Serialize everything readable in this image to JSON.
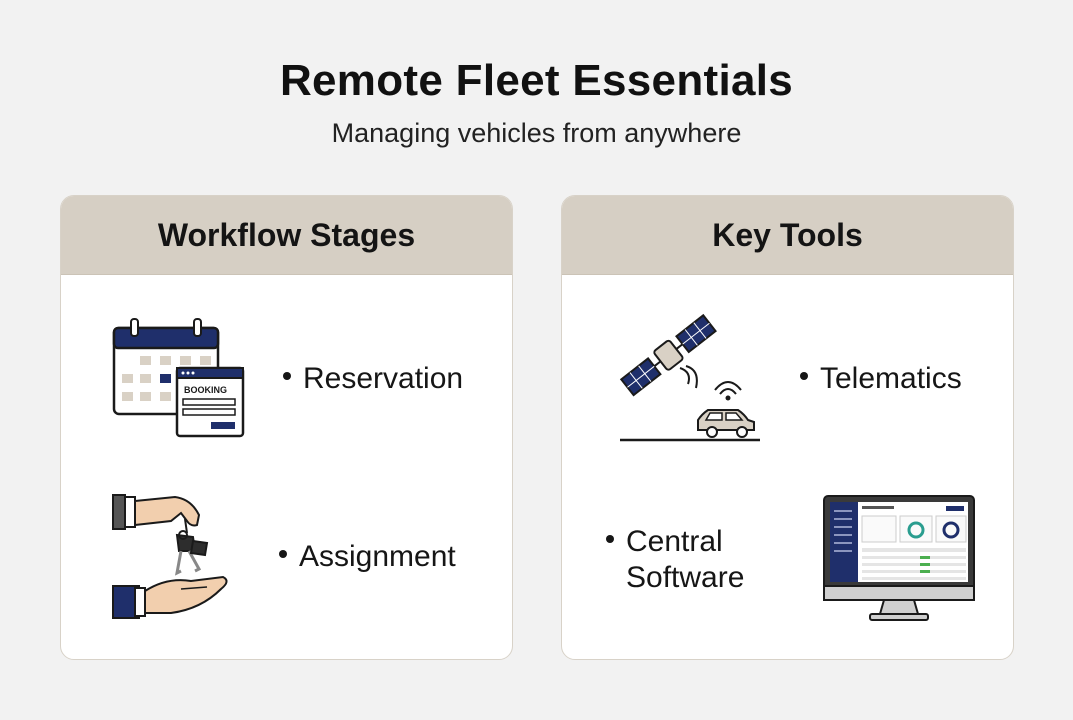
{
  "header": {
    "title": "Remote Fleet Essentials",
    "subtitle": "Managing vehicles from anywhere"
  },
  "panels": {
    "workflow": {
      "title": "Workflow Stages",
      "items": [
        {
          "label": "Reservation",
          "icon": "calendar-booking-icon",
          "booking_label": "BOOKING"
        },
        {
          "label": "Assignment",
          "icon": "key-handover-icon"
        }
      ]
    },
    "tools": {
      "title": "Key Tools",
      "items": [
        {
          "label": "Telematics",
          "icon": "satellite-car-icon"
        },
        {
          "label_line1": "Central",
          "label_line2": "Software",
          "icon": "monitor-dashboard-icon"
        }
      ]
    }
  },
  "colors": {
    "navy": "#1f2f6b",
    "header_bg": "#d6cfc4",
    "beige": "#d9d1c5",
    "skin": "#f2cfae",
    "background": "#f2f2f2"
  }
}
